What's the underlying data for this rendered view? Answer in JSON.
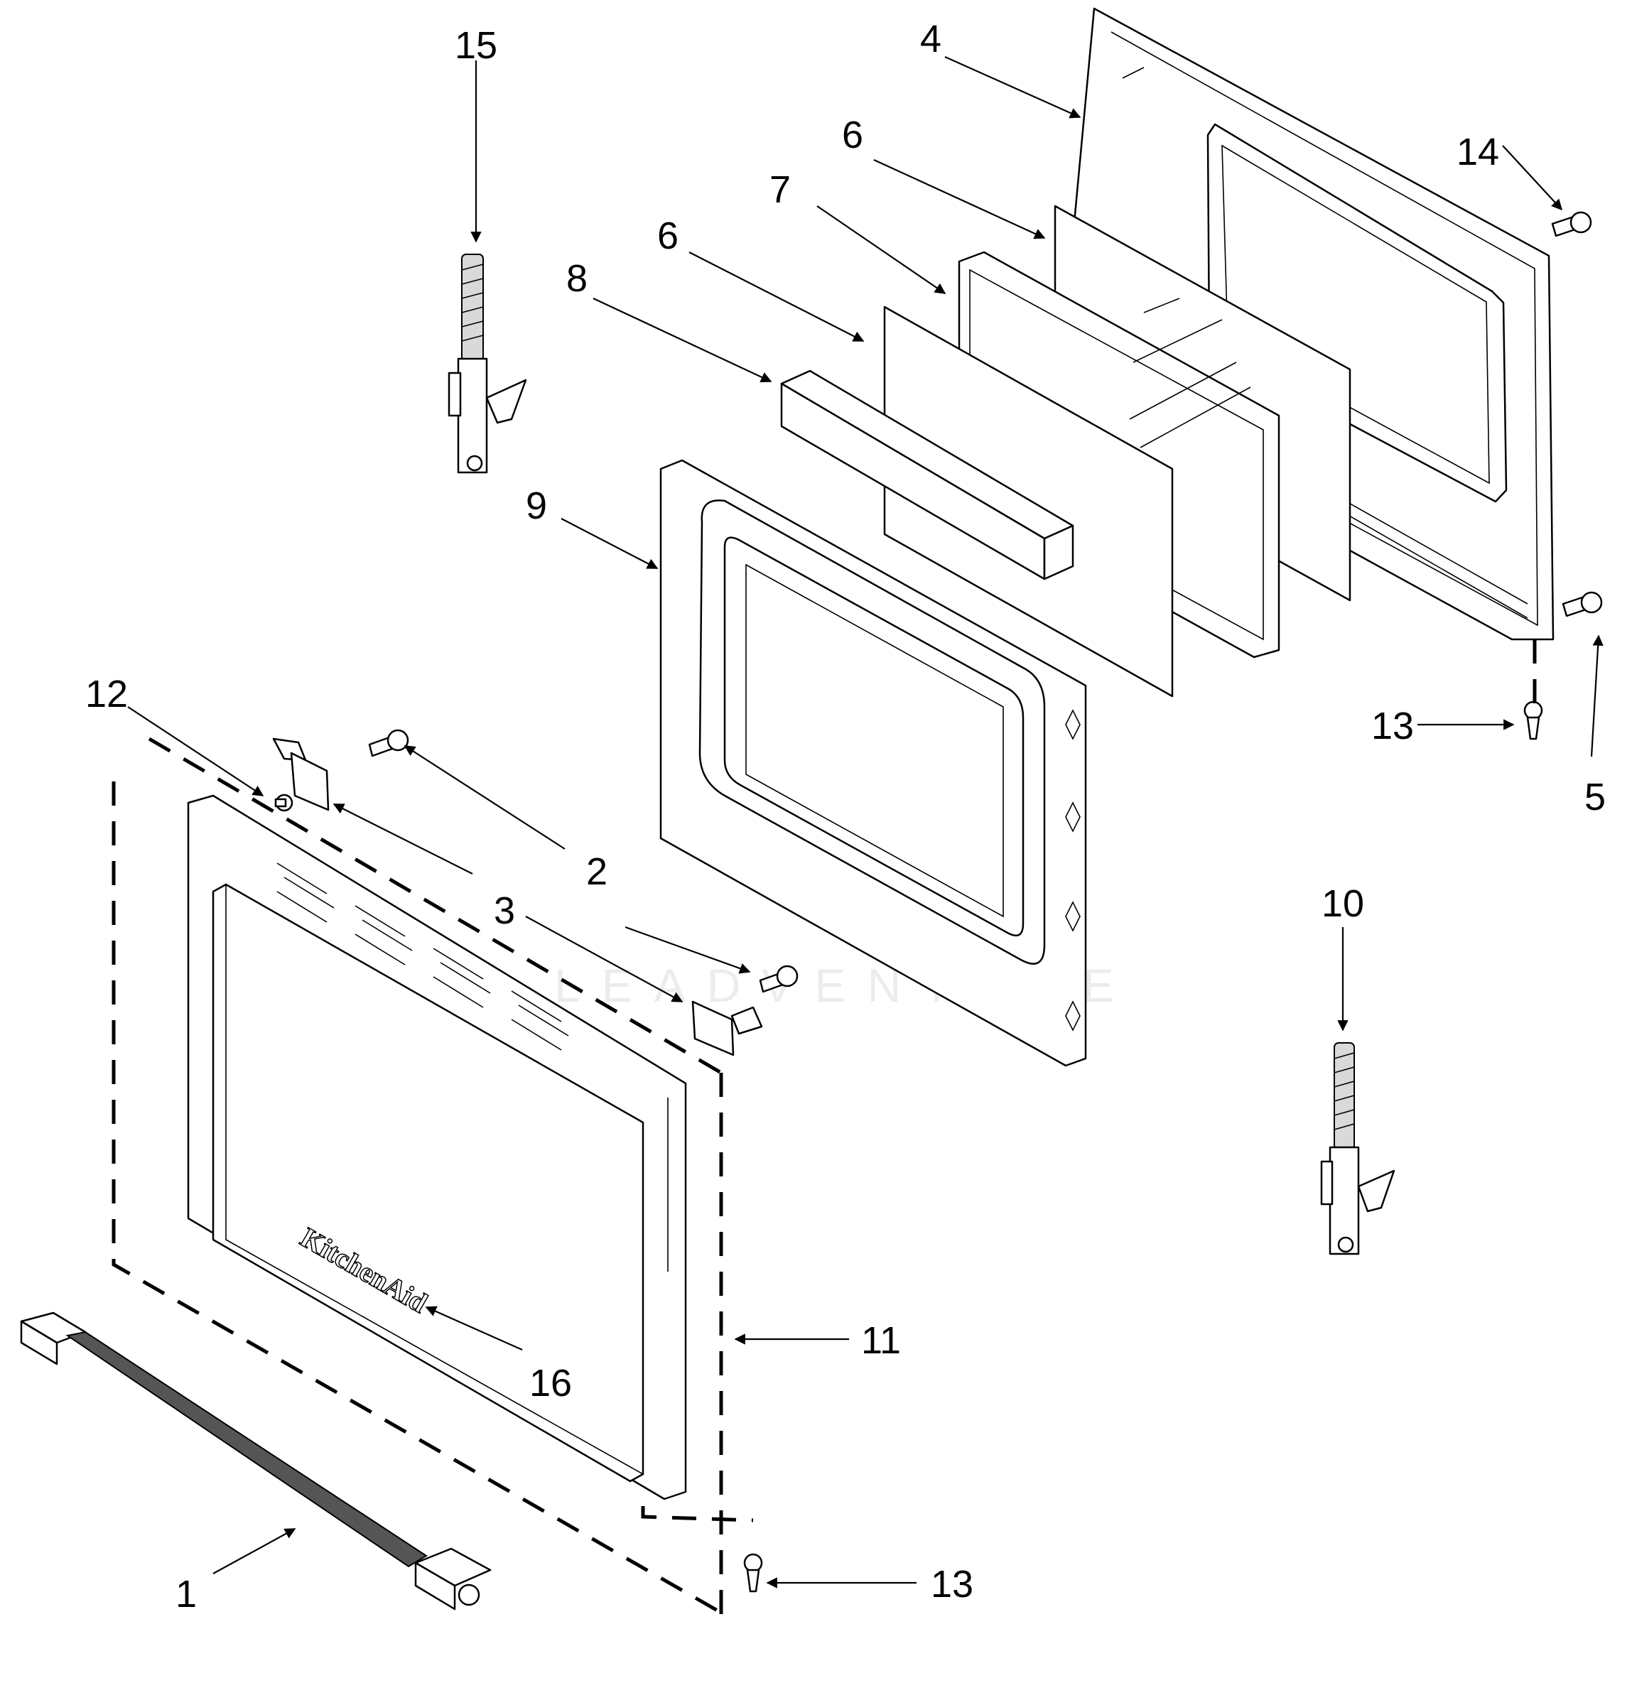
{
  "diagram": {
    "watermark": "LEADVENTURE",
    "brand_logo": "KitchenAid",
    "callouts": [
      {
        "id": "c1",
        "text": "1"
      },
      {
        "id": "c2",
        "text": "2"
      },
      {
        "id": "c3",
        "text": "3"
      },
      {
        "id": "c4",
        "text": "4"
      },
      {
        "id": "c5",
        "text": "5"
      },
      {
        "id": "c6a",
        "text": "6"
      },
      {
        "id": "c6b",
        "text": "6"
      },
      {
        "id": "c7",
        "text": "7"
      },
      {
        "id": "c8",
        "text": "8"
      },
      {
        "id": "c9",
        "text": "9"
      },
      {
        "id": "c10",
        "text": "10"
      },
      {
        "id": "c11",
        "text": "11"
      },
      {
        "id": "c12",
        "text": "12"
      },
      {
        "id": "c13a",
        "text": "13"
      },
      {
        "id": "c13b",
        "text": "13"
      },
      {
        "id": "c14",
        "text": "14"
      },
      {
        "id": "c15",
        "text": "15"
      },
      {
        "id": "c16",
        "text": "16"
      }
    ]
  }
}
